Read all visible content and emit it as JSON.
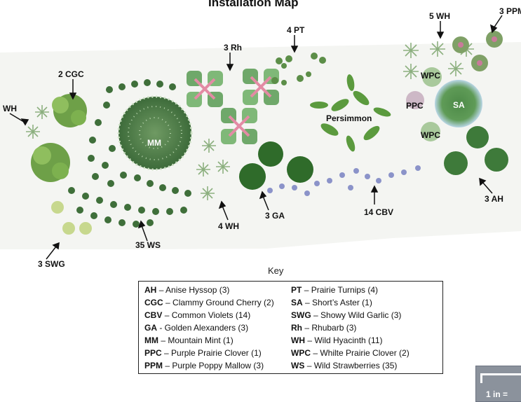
{
  "title": "Installation Map",
  "labels": {
    "cgc": "2 CGC",
    "wh_left": "WH",
    "rh": "3 Rh",
    "pt": "4 PT",
    "wh_top": "5 WH",
    "ppm": "3 PPM",
    "mm": "MM",
    "persimmon": "Persimmon",
    "wpc_top": "WPC",
    "ppc": "PPC",
    "sa": "SA",
    "wpc_bottom": "WPC",
    "ga": "3 GA",
    "wh_bottom": "4 WH",
    "cbv": "14 CBV",
    "ah": "3 AH",
    "ws": "35 WS",
    "swg": "3 SWG"
  },
  "key": {
    "title": "Key",
    "left": [
      {
        "abbr": "AH",
        "text": "– Anise Hyssop (3)"
      },
      {
        "abbr": "CGC",
        "text": "– Clammy Ground Cherry (2)"
      },
      {
        "abbr": "CBV",
        "text": "– Common Violets (14)"
      },
      {
        "abbr": "GA",
        "text": "- Golden Alexanders (3)"
      },
      {
        "abbr": "MM",
        "text": "– Mountain Mint (1)"
      },
      {
        "abbr": "PPC",
        "text": "– Purple Prairie Clover (1)"
      },
      {
        "abbr": "PPM",
        "text": "– Purple Poppy Mallow (3)"
      }
    ],
    "right": [
      {
        "abbr": "PT",
        "text": "– Prairie Turnips (4)"
      },
      {
        "abbr": "SA",
        "text": "– Short’s Aster (1)"
      },
      {
        "abbr": "SWG",
        "text": "– Showy Wild Garlic (3)"
      },
      {
        "abbr": "Rh",
        "text": "– Rhubarb (3)"
      },
      {
        "abbr": "WH",
        "text": "– Wild Hyacinth (11)"
      },
      {
        "abbr": "WPC",
        "text": "– Whilte Prairie Clover (2)"
      },
      {
        "abbr": "WS",
        "text": "– Wild Strawberries (35)"
      }
    ]
  },
  "scale_text": "1 in  =",
  "colors": {
    "ground": "#f3f4f2",
    "dark_green": "#2f6b2a",
    "mid_green": "#5b9a3e",
    "light_green": "#9cc77a",
    "pink": "#d88aa8",
    "violet": "#8b93c9",
    "aster_blue": "#b9d6e6"
  }
}
